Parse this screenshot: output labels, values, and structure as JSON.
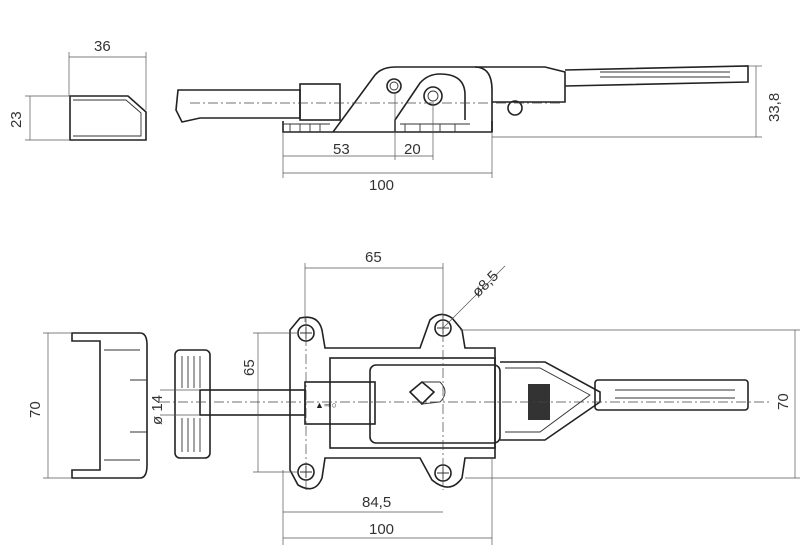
{
  "side_view": {
    "dims": {
      "width_latch": "36",
      "height_latch": "23",
      "pivot_a": "53",
      "pivot_b": "20",
      "length": "100",
      "height": "33,8"
    }
  },
  "top_view": {
    "dims": {
      "hole_spacing_x": "65",
      "hole_diameter": "ø8,5",
      "hole_spacing_y": "65",
      "latch_width": "70",
      "rod_diameter": "ø 14",
      "overall_width": "70",
      "hole_offset": "84,5",
      "length": "100"
    }
  }
}
